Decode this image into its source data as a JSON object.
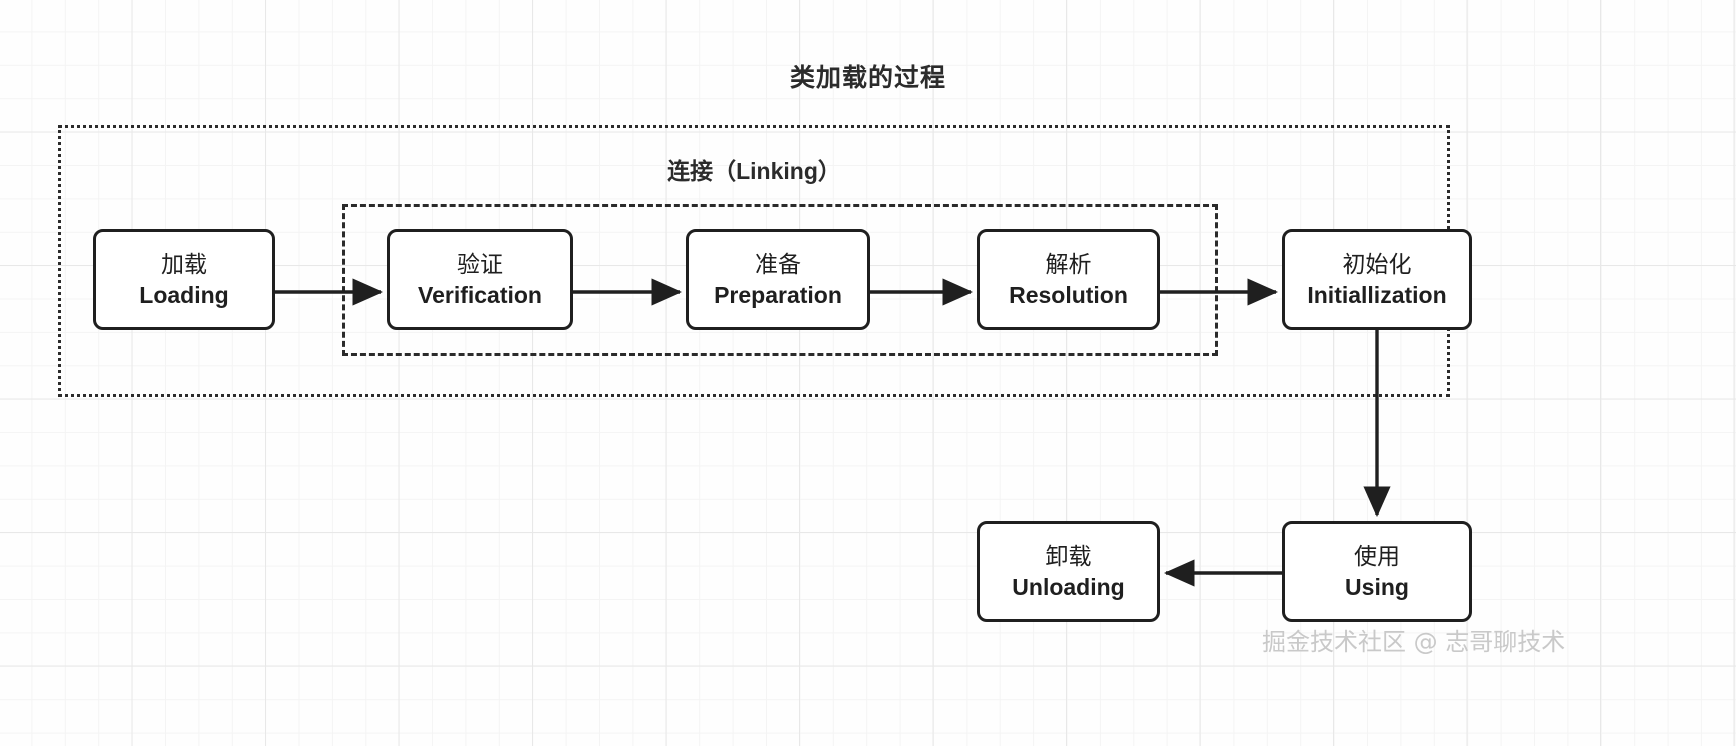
{
  "diagram": {
    "title": "类加载的过程",
    "type": "flowchart",
    "groups": [
      {
        "id": "class-loading",
        "label": "",
        "border_style": "dotted",
        "color": "#2b2b2b"
      },
      {
        "id": "linking",
        "label": "连接（Linking）",
        "border_style": "dashed",
        "color": "#2b2b2b"
      }
    ],
    "nodes": [
      {
        "id": "loading",
        "cn": "加载",
        "en": "Loading"
      },
      {
        "id": "verification",
        "cn": "验证",
        "en": "Verification"
      },
      {
        "id": "preparation",
        "cn": "准备",
        "en": "Preparation"
      },
      {
        "id": "resolution",
        "cn": "解析",
        "en": "Resolution"
      },
      {
        "id": "initialization",
        "cn": "初始化",
        "en": "Initiallization"
      },
      {
        "id": "using",
        "cn": "使用",
        "en": "Using"
      },
      {
        "id": "unloading",
        "cn": "卸载",
        "en": "Unloading"
      }
    ],
    "edges": [
      {
        "from": "loading",
        "to": "verification",
        "direction": "right"
      },
      {
        "from": "verification",
        "to": "preparation",
        "direction": "right"
      },
      {
        "from": "preparation",
        "to": "resolution",
        "direction": "right"
      },
      {
        "from": "resolution",
        "to": "initialization",
        "direction": "right"
      },
      {
        "from": "initialization",
        "to": "using",
        "direction": "down"
      },
      {
        "from": "using",
        "to": "unloading",
        "direction": "left"
      }
    ],
    "colors": {
      "stroke": "#1f1f1f",
      "group_stroke": "#2b2b2b",
      "node_fill": "#ffffff",
      "grid_minor": "#f4f4f4",
      "grid_major": "#e8e8e8",
      "watermark": "#c9c9c9"
    }
  },
  "watermark": {
    "text": "掘金技术社区 @ 志哥聊技术"
  }
}
